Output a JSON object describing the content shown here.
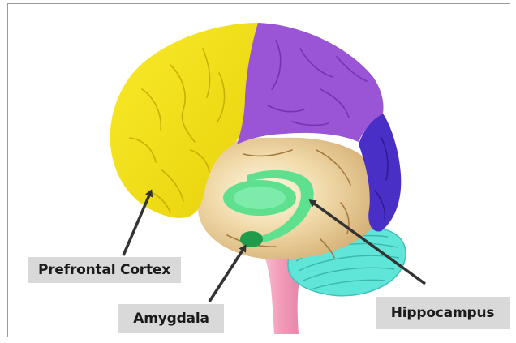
{
  "labels": {
    "prefrontal_cortex": "Prefrontal Cortex",
    "amygdala": "Amygdala",
    "hippocampus": "Hippocampus"
  },
  "colors": {
    "frontal_lobe": "#f5e30f",
    "parietal_lobe": "#9a54d6",
    "occipital_lobe": "#4a2fc7",
    "temporal_lobe": "#d9bb86",
    "cerebellum": "#5fe6d8",
    "brainstem": "#f4a6c2",
    "hippocampus": "#5ee08f",
    "amygdala": "#1f9b4a",
    "label_background": "#d9d9d9",
    "arrow": "#333333"
  }
}
